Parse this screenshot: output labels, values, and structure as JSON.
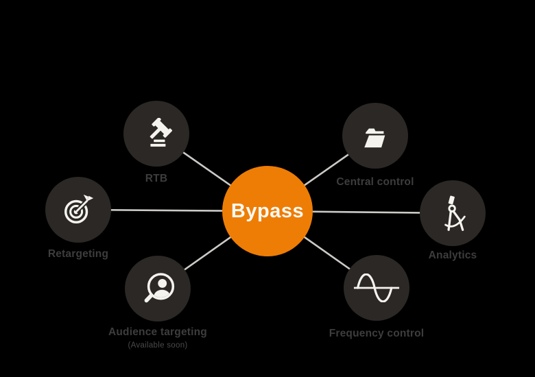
{
  "diagram": {
    "center": {
      "logo": "Bypass"
    },
    "nodes": [
      {
        "id": "rtb",
        "label": "RTB",
        "icon": "gavel-icon"
      },
      {
        "id": "central-control",
        "label": "Central control",
        "icon": "open-folder-icon"
      },
      {
        "id": "retargeting",
        "label": "Retargeting",
        "icon": "target-arrow-icon"
      },
      {
        "id": "analytics",
        "label": "Analytics",
        "icon": "drafting-compass-icon"
      },
      {
        "id": "audience-targeting",
        "label": "Audience targeting",
        "sublabel": "(Available soon)",
        "icon": "person-search-icon"
      },
      {
        "id": "frequency-control",
        "label": "Frequency control",
        "icon": "sine-wave-icon"
      }
    ],
    "colors": {
      "background": "#000000",
      "hub": "#ee7d05",
      "node_circle": "#2b2825",
      "connector": "#cccac6",
      "icon": "#f5f3ee",
      "logo_text": "#fbf9f4",
      "label": "#3d3d3d",
      "sublabel": "#4a4a4a"
    }
  }
}
